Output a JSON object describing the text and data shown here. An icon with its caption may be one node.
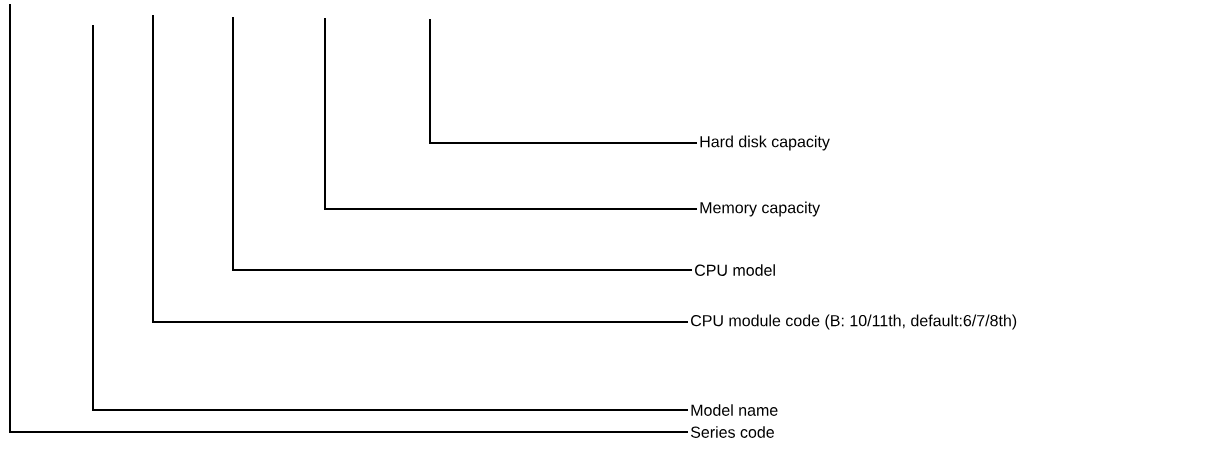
{
  "diagram": {
    "nodes": [
      {
        "text": [
          "Hard disk capacity"
        ]
      },
      {
        "text": [
          "Memory capacity"
        ]
      },
      {
        "text": [
          "CPU model"
        ]
      },
      {
        "text": [
          "CPU module code (B: 10/11th, default:6/7/8th)"
        ]
      },
      {
        "text": [
          "Model name"
        ]
      },
      {
        "text": [
          "Series code"
        ]
      }
    ],
    "edges": [
      {
        "from": 0,
        "to": null,
        "arrow": "none"
      },
      {
        "from": 1,
        "to": null,
        "arrow": "none"
      },
      {
        "from": 2,
        "to": null,
        "arrow": "none"
      },
      {
        "from": 3,
        "to": null,
        "arrow": "none"
      },
      {
        "from": 4,
        "to": null,
        "arrow": "none"
      },
      {
        "from": 5,
        "to": null,
        "arrow": "none"
      }
    ]
  }
}
